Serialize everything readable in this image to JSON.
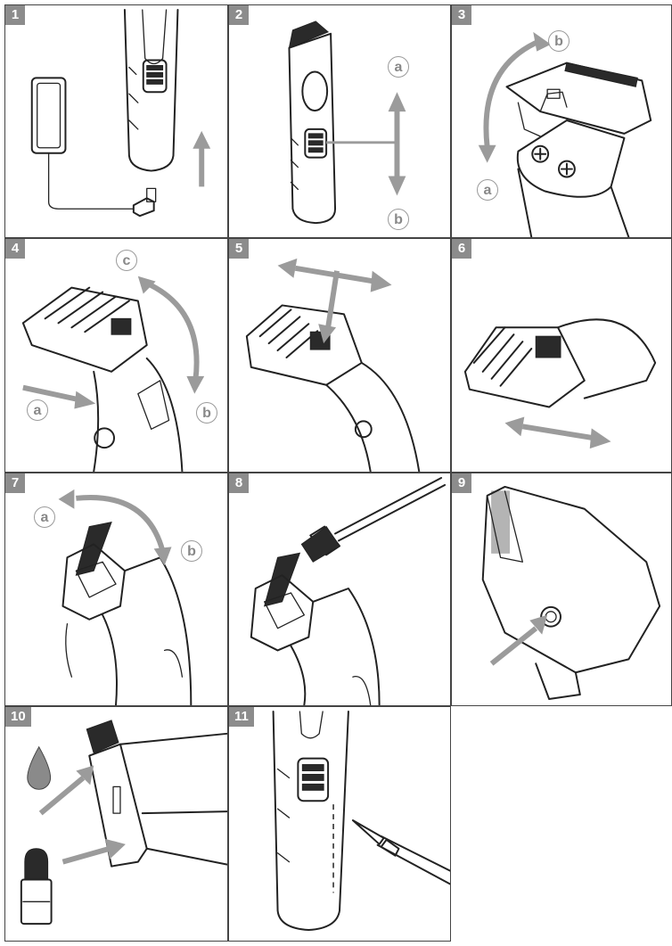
{
  "panels": [
    {
      "number": "1"
    },
    {
      "number": "2",
      "labels": [
        "a",
        "b"
      ]
    },
    {
      "number": "3",
      "labels": [
        "b",
        "a"
      ]
    },
    {
      "number": "4",
      "labels": [
        "c",
        "a",
        "b"
      ]
    },
    {
      "number": "5"
    },
    {
      "number": "6"
    },
    {
      "number": "7",
      "labels": [
        "a",
        "b"
      ]
    },
    {
      "number": "8"
    },
    {
      "number": "9"
    },
    {
      "number": "10"
    },
    {
      "number": "11"
    }
  ],
  "colors": {
    "arrow": "#9b9b9b",
    "number_badge": "#8c8c8c",
    "line": "#222222"
  }
}
